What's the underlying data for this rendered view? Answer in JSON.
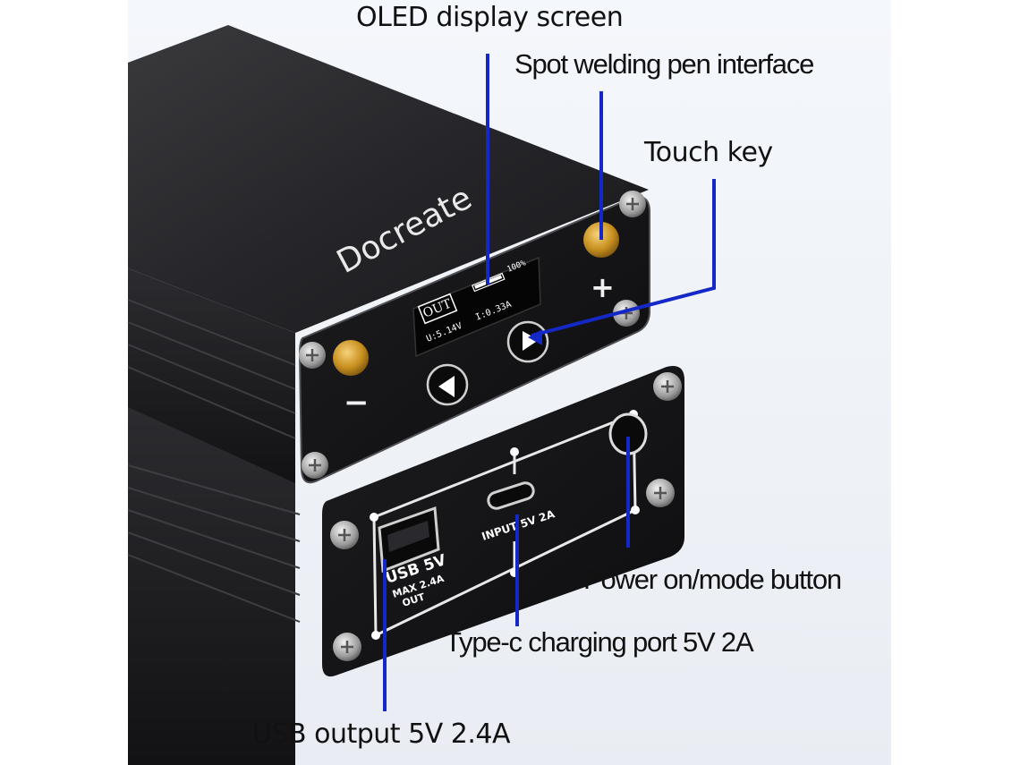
{
  "brand": "Docreate",
  "device": {
    "oled": {
      "mode": "OUT",
      "battery": "100%",
      "voltage": "U:5.14V",
      "current": "I:0.33A"
    },
    "pen_minus": "−",
    "pen_plus": "+",
    "usb_label": "USB 5V",
    "usb_sub1": "MAX 2.4A",
    "usb_sub2": "OUT",
    "typec_label": "INPUT 5V 2A"
  },
  "callouts": {
    "oled": "OLED display screen",
    "pen": "Spot welding pen interface",
    "touch": "Touch key",
    "power": "Power on/mode button",
    "typec": "Type-c charging port 5V 2A",
    "usb": "USB output 5V 2.4A"
  },
  "colors": {
    "leader": "#1428c8",
    "body": "#1b1b1d",
    "gold": "#d7a12a"
  },
  "icons": [
    "left-arrow-icon",
    "right-arrow-icon",
    "screw-icon"
  ]
}
